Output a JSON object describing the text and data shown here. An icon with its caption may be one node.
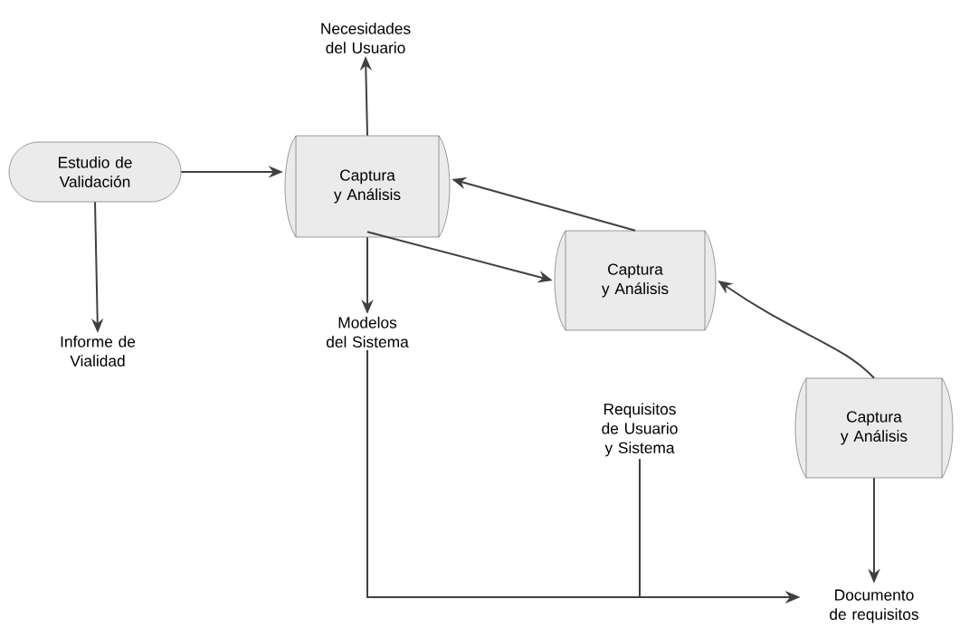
{
  "diagram": {
    "nodes": [
      {
        "text": [
          "Estudio de Validación"
        ]
      },
      {
        "text": [
          "Captura y Análisis"
        ]
      },
      {
        "text": [
          "Captura y Análisis"
        ]
      },
      {
        "text": [
          "Captura y Análisis"
        ]
      },
      {
        "text": [
          "Necesidades del Usuario"
        ]
      },
      {
        "text": [
          "Informe de Vialidad"
        ]
      },
      {
        "text": [
          "Modelos del Sistema"
        ]
      },
      {
        "text": [
          "Requisitos de Usuario y Sistema"
        ]
      },
      {
        "text": [
          "Documento de requisitos"
        ]
      }
    ],
    "edges": [
      {
        "from": 0,
        "to": 1,
        "arrow": "to"
      },
      {
        "from": 0,
        "to": 5,
        "arrow": "to"
      },
      {
        "from": 1,
        "to": 4,
        "arrow": "to"
      },
      {
        "from": 1,
        "to": 6,
        "arrow": "to"
      },
      {
        "from": 1,
        "to": 2,
        "arrow": "to"
      },
      {
        "from": 2,
        "to": 1,
        "arrow": "to"
      },
      {
        "from": 3,
        "to": 2,
        "arrow": "to"
      },
      {
        "from": 3,
        "to": 8,
        "arrow": "to"
      },
      {
        "from": 6,
        "to": 8,
        "arrow": "to"
      },
      {
        "from": 7,
        "to": 8,
        "arrow": "to"
      }
    ]
  }
}
